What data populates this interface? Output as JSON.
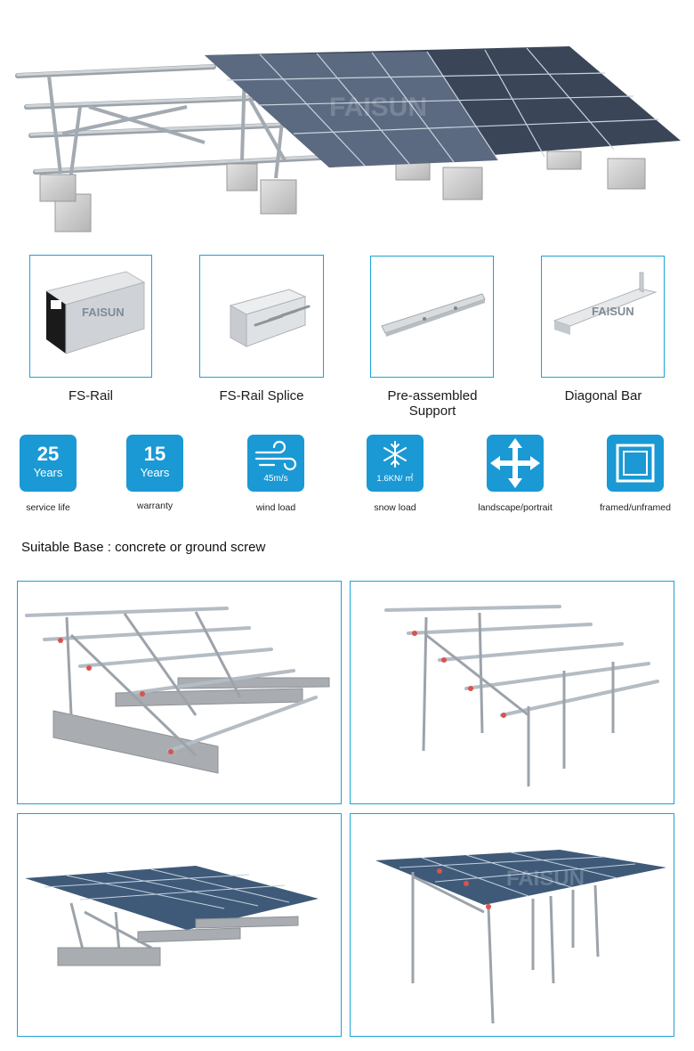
{
  "hero": {
    "watermark": "FAISUN"
  },
  "components": [
    {
      "label": "FS-Rail",
      "watermark": "FAISUN"
    },
    {
      "label": "FS-Rail  Splice"
    },
    {
      "label_line1": "Pre-assembled",
      "label_line2": "Support"
    },
    {
      "label": "Diagonal Bar",
      "watermark": "FAISUN"
    }
  ],
  "features": [
    {
      "number": "25",
      "unit": "Years",
      "caption": "service life"
    },
    {
      "number": "15",
      "unit": "Years",
      "caption": "warranty"
    },
    {
      "icon": "wind-icon",
      "value": "45m/s",
      "caption": "wind load"
    },
    {
      "icon": "snowflake-icon",
      "value": "1.6KN/ ㎡",
      "caption": "snow load"
    },
    {
      "icon": "four-way-arrow-icon",
      "caption": "landscape/portrait"
    },
    {
      "icon": "frame-icon",
      "caption": "framed/unframed"
    }
  ],
  "suitable_base": "Suitable Base : concrete or ground screw",
  "photos": [
    {
      "name": "concrete-base-frame"
    },
    {
      "name": "ground-screw-frame"
    },
    {
      "name": "concrete-base-with-panels"
    },
    {
      "name": "ground-screw-with-panels",
      "watermark": "FAISUN"
    }
  ],
  "colors": {
    "accent": "#1a99d4",
    "border": "#1aa3d6",
    "panel": "#2f3a4c"
  }
}
